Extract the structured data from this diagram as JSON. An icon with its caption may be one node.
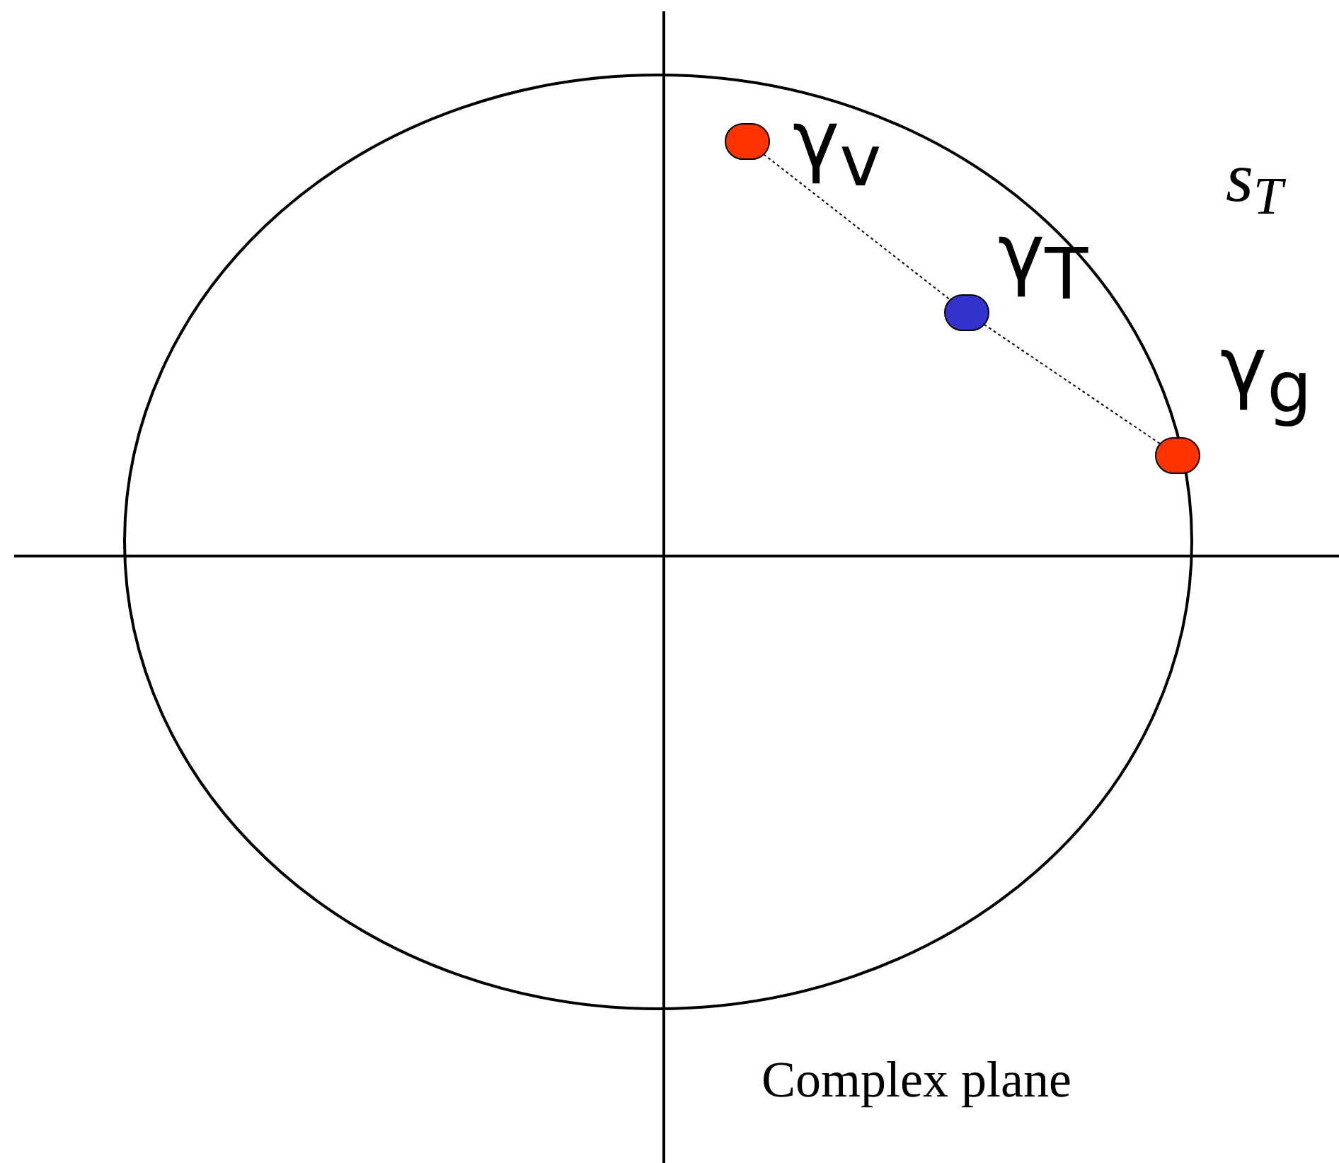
{
  "diagram": {
    "nodes": [
      {
        "text": [],
        "shape": "circle",
        "beside": [
          "γ$_{v}$"
        ]
      },
      {
        "text": [],
        "shape": "circle",
        "beside": [
          "γ$_{T}$"
        ]
      },
      {
        "text": [],
        "shape": "circle",
        "beside": [
          "γ$_{g}$"
        ]
      }
    ],
    "edges": [
      {
        "from": 0,
        "to": 1,
        "arrow": "none",
        "style": "dashed"
      },
      {
        "from": 1,
        "to": 2,
        "arrow": "none",
        "style": "dashed"
      }
    ],
    "labels": [
      "*s*$_{T}$",
      "Complex plane"
    ]
  }
}
